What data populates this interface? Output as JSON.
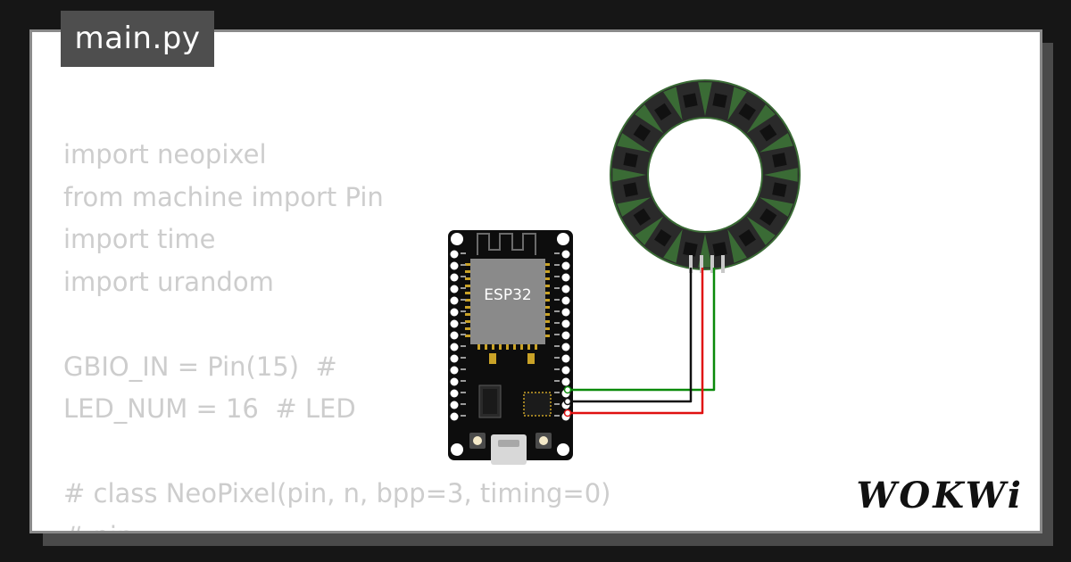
{
  "tab": {
    "label": "main.py"
  },
  "code": {
    "lines": [
      "import neopixel",
      "from machine import Pin",
      "import time",
      "import urandom",
      "",
      "GBIO_IN = Pin(15)  #",
      "LED_NUM = 16  # LED",
      "",
      "# class NeoPixel(pin, n, bpp=3, timing=0)",
      "# pin :"
    ]
  },
  "board": {
    "chip_label": "ESP32"
  },
  "ring": {
    "led_count": 16,
    "led_color": "#3a6b35"
  },
  "wires": {
    "data_color": "#0a8a0a",
    "ground_color": "#111111",
    "power_color": "#e01010"
  },
  "brand": {
    "logo_text": "WOKWi"
  }
}
